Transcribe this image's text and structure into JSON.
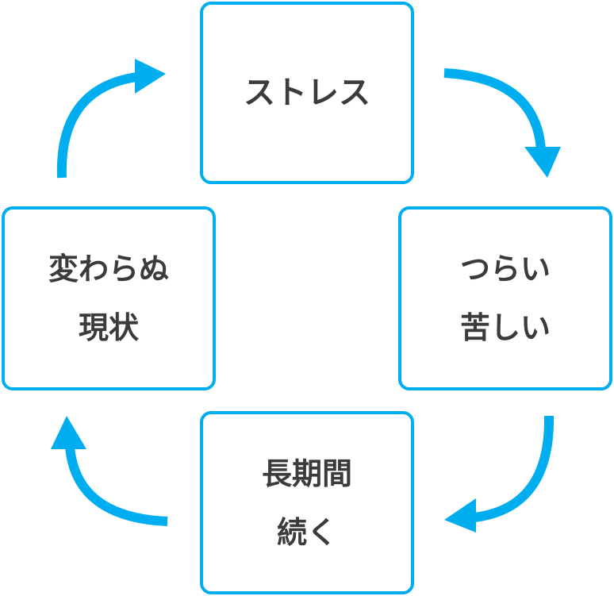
{
  "colors": {
    "accent": "#00aeef",
    "text": "#3b3b3b",
    "background": "#ffffff"
  },
  "nodes": {
    "top": {
      "lines": [
        "ストレス"
      ]
    },
    "right": {
      "lines": [
        "つらい",
        "苦しい"
      ]
    },
    "bottom": {
      "lines": [
        "長期間",
        "続く"
      ]
    },
    "left": {
      "lines": [
        "変わらぬ",
        "現状"
      ]
    }
  },
  "arrows": [
    {
      "from": "top",
      "to": "right"
    },
    {
      "from": "right",
      "to": "bottom"
    },
    {
      "from": "bottom",
      "to": "left"
    },
    {
      "from": "left",
      "to": "top"
    }
  ]
}
